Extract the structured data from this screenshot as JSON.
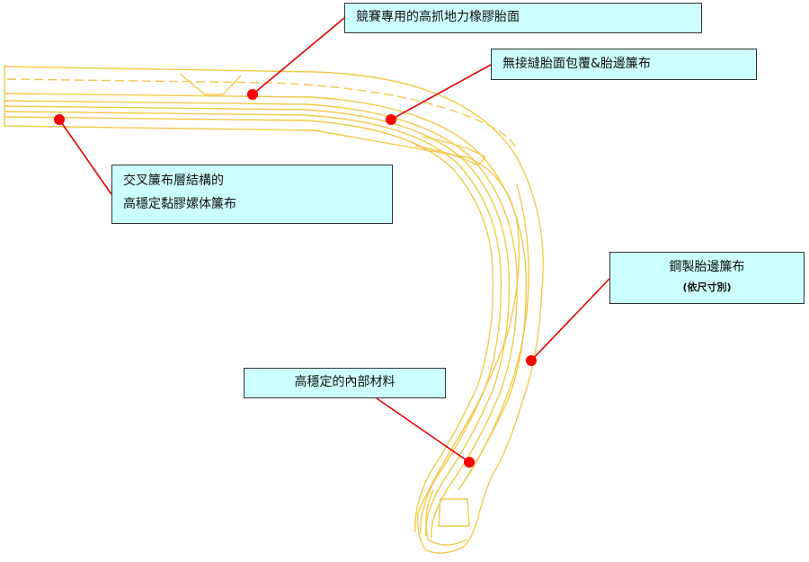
{
  "labels": {
    "tread": "競賽專用的高抓地力橡膠胎面",
    "cap_ply": "無接縫胎面包覆&胎邊簾布",
    "cross_ply_line1": "交叉簾布層結構的",
    "cross_ply_line2": "高穩定黏膠嫘体簾布",
    "steel_line1": "鋼製胎邊簾布",
    "steel_line2": "(依尺寸別)",
    "inner": "高穩定的內部材料"
  },
  "colors": {
    "tire_outline": "#f2c84b",
    "leader_line": "#e60000",
    "dot": "#ff0000",
    "box_fill": "#ccffff",
    "box_border": "#333333"
  }
}
